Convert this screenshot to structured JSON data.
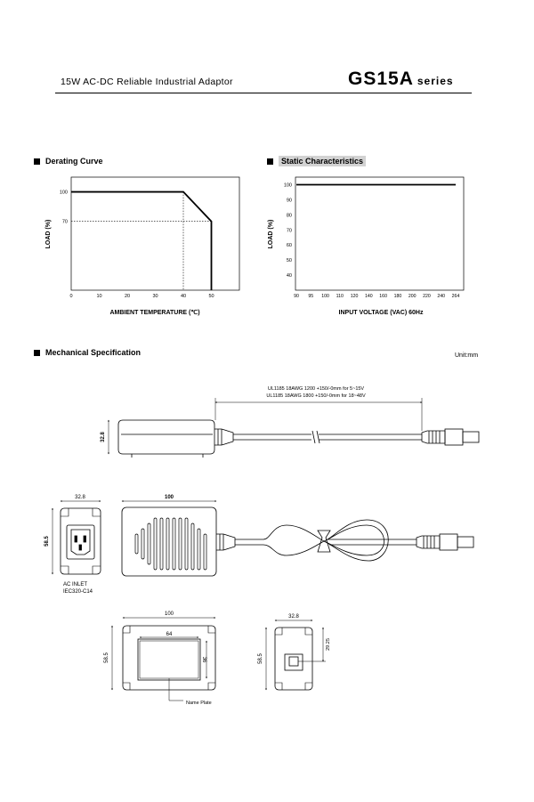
{
  "header": {
    "subtitle": "15W AC-DC  Reliable Industrial Adaptor",
    "model": "GS15A",
    "series": "series"
  },
  "sections": {
    "derating": "Derating Curve",
    "static": "Static Characteristics",
    "mechanical": "Mechanical Specification",
    "unit": "Unit:mm"
  },
  "chart_data": [
    {
      "type": "line",
      "title": "Derating Curve",
      "xlabel": "AMBIENT TEMPERATURE (℃)",
      "ylabel": "LOAD (%)",
      "xlim": [
        0,
        60
      ],
      "ylim": [
        0,
        115
      ],
      "x_ticks": [
        "0",
        "10",
        "20",
        "30",
        "40",
        "50"
      ],
      "y_ticks": [
        "70",
        "100"
      ],
      "series": [
        {
          "x": [
            0,
            40,
            50,
            50
          ],
          "values": [
            100,
            100,
            70,
            0
          ]
        }
      ],
      "reference_lines": [
        {
          "y": 70,
          "x_to": 50
        },
        {
          "x": 40,
          "y_to": 100
        }
      ],
      "grid": false
    },
    {
      "type": "line",
      "title": "Static Characteristics",
      "xlabel": "INPUT VOLTAGE (VAC) 60Hz",
      "ylabel": "LOAD (%)",
      "x_ticks": [
        "90",
        "95",
        "100",
        "110",
        "120",
        "140",
        "160",
        "180",
        "200",
        "220",
        "240",
        "264"
      ],
      "y_ticks": [
        "40",
        "50",
        "60",
        "70",
        "80",
        "90",
        "100"
      ],
      "ylim": [
        30,
        105
      ],
      "series": [
        {
          "x": [
            "90",
            "264"
          ],
          "values": [
            100,
            100
          ]
        }
      ],
      "grid": false
    }
  ],
  "mech": {
    "cable1": "UL1185 18AWG 1200 +150/-0mm for 5~15V",
    "cable2": "UL1185 18AWG 1800 +150/-0mm for 18~48V",
    "dims": {
      "height_side": "32.8",
      "width_front": "32.8",
      "height_front": "58.5",
      "length_top": "100",
      "length_bottom": "100",
      "plate_w": "64",
      "plate_h": "36",
      "height_bottom": "58.5",
      "width_end": "32.8",
      "height_end": "58.5",
      "inlet_offset": "29.25"
    },
    "ac_inlet": "AC INLET",
    "iec": "IEC320-C14",
    "name_plate": "Name Plate"
  }
}
